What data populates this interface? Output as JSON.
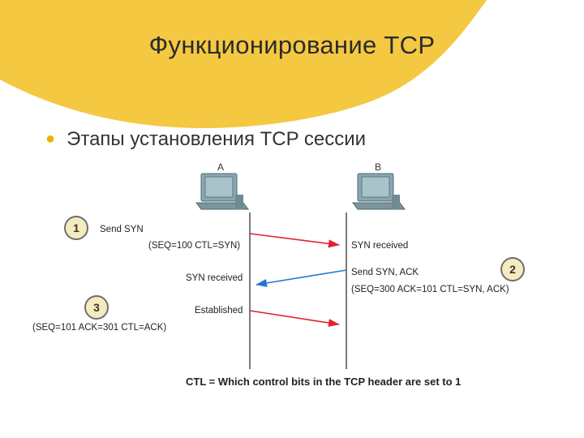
{
  "colors": {
    "accent": "#f5c842",
    "request_arrow": "#e0222e",
    "reply_arrow": "#1e78d2"
  },
  "title": "Функционирование TCP",
  "bullet": "Этапы установления TCP сессии",
  "hosts": {
    "a": "A",
    "b": "B"
  },
  "steps": [
    {
      "number": "1",
      "left_text": "Send SYN",
      "detail": "(SEQ=100 CTL=SYN)",
      "right_text": "SYN received"
    },
    {
      "number": "2",
      "right_text": "Send SYN, ACK",
      "detail": "(SEQ=300 ACK=101 CTL=SYN, ACK)",
      "left_text": "SYN received"
    },
    {
      "number": "3",
      "left_text": "Established",
      "detail": "(SEQ=101 ACK=301 CTL=ACK)"
    }
  ],
  "legend": "CTL = Which control bits in the TCP header are set to 1"
}
